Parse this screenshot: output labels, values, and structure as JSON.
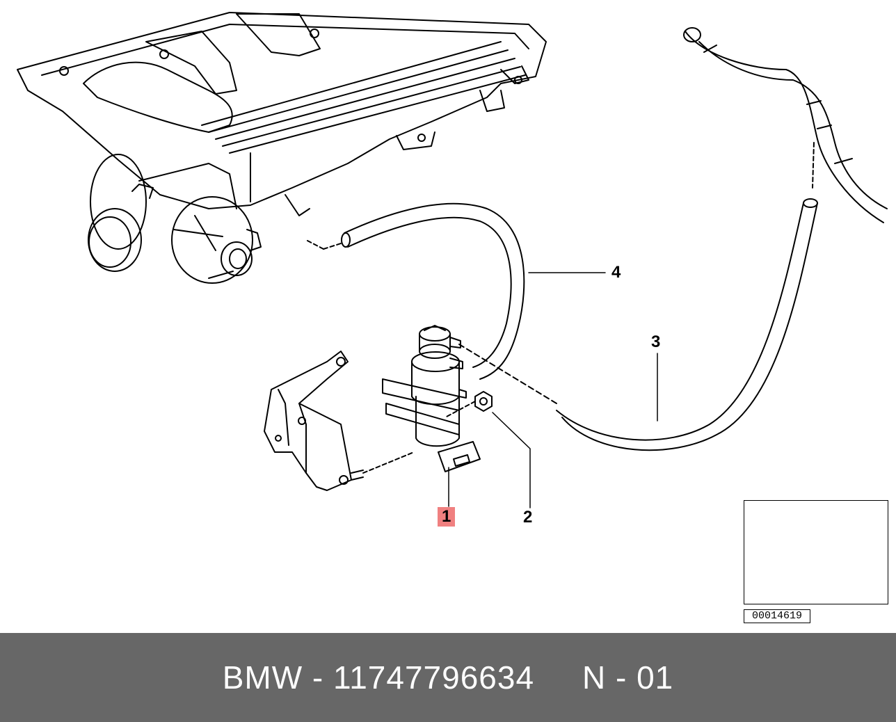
{
  "callouts": {
    "item1": "1",
    "item2": "2",
    "item3": "3",
    "item4": "4"
  },
  "inset": {
    "image_code": "00014619"
  },
  "footer": {
    "brand": "BMW",
    "separator1": " - ",
    "part_number": "11747796634",
    "gap": "     ",
    "section": "N",
    "separator2": " - ",
    "section_number": "01"
  },
  "colors": {
    "highlight": "#f08080",
    "footer_background": "#676767",
    "footer_text": "#ffffff",
    "line": "#000000"
  }
}
